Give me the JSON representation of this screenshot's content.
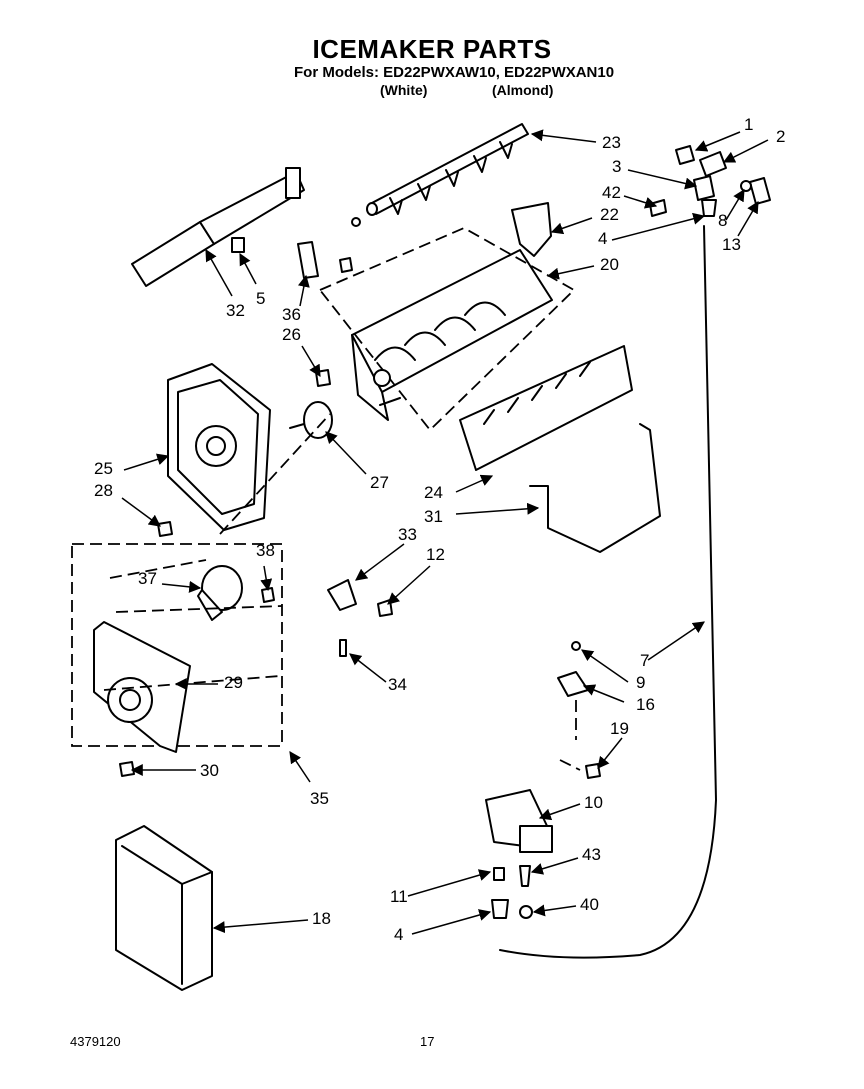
{
  "header": {
    "title": "ICEMAKER PARTS",
    "models_line": "For Models: ED22PWXAW10, ED22PWXAN10",
    "color_white": "(White)",
    "color_almond": "(Almond)"
  },
  "callouts": [
    "1",
    "2",
    "3",
    "42",
    "8",
    "13",
    "23",
    "22",
    "4",
    "20",
    "32",
    "5",
    "36",
    "26",
    "25",
    "28",
    "27",
    "24",
    "31",
    "33",
    "12",
    "38",
    "37",
    "29",
    "30",
    "35",
    "34",
    "7",
    "9",
    "16",
    "19",
    "10",
    "43",
    "11",
    "40",
    "4",
    "18"
  ],
  "footer": {
    "doc_number": "4379120",
    "page_number": "17"
  }
}
